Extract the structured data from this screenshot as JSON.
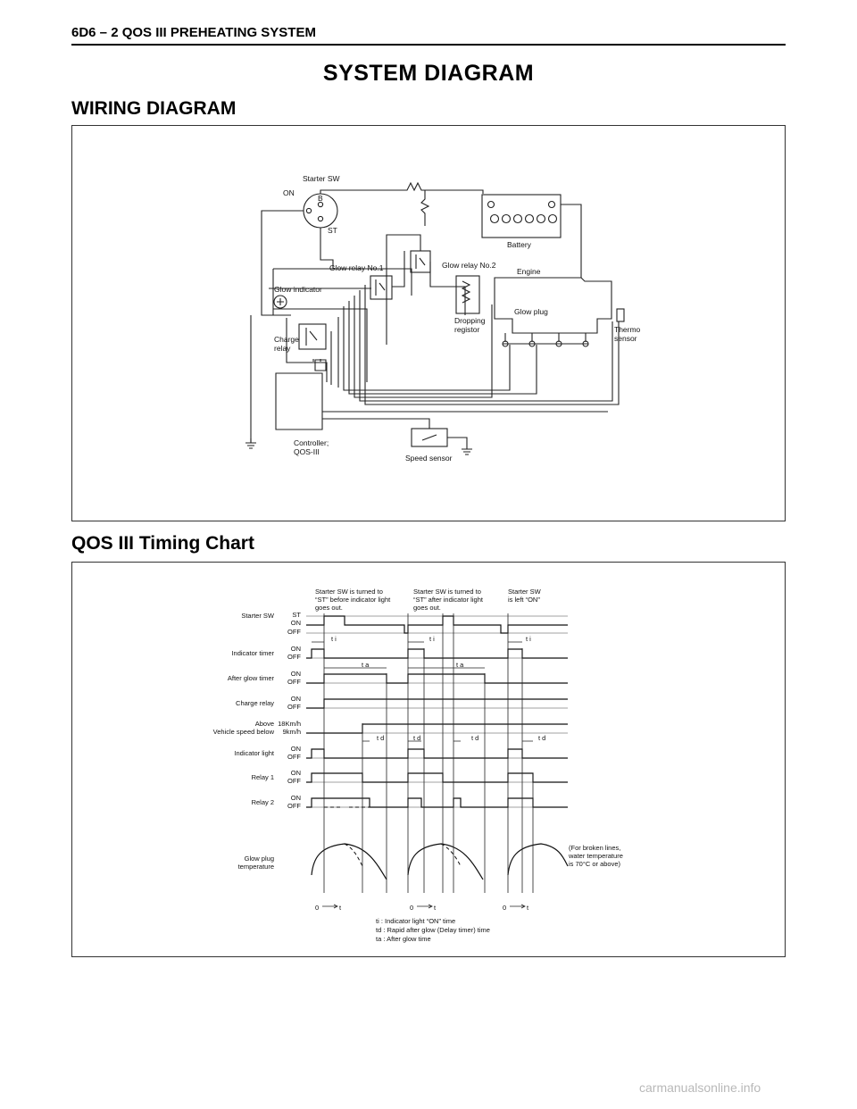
{
  "header": {
    "text": "6D6 – 2 QOS III PREHEATING SYSTEM"
  },
  "title": "SYSTEM DIAGRAM",
  "wiring": {
    "heading": "WIRING DIAGRAM",
    "labels": {
      "starter_sw": "Starter SW",
      "on": "ON",
      "b": "B",
      "st": "ST",
      "battery": "Battery",
      "glow_relay_1": "Glow relay No.1",
      "glow_relay_2": "Glow relay No.2",
      "engine": "Engine",
      "glow_indicator": "Glow indicator",
      "dropping_1": "Dropping",
      "dropping_2": "registor",
      "glow_plug": "Glow plug",
      "thermo_1": "Thermo",
      "thermo_2": "sensor",
      "charge_1": "Charge",
      "charge_2": "relay",
      "controller_1": "Controller;",
      "controller_2": "QOS-III",
      "speed_sensor": "Speed sensor"
    }
  },
  "timing": {
    "heading": "QOS III Timing Chart",
    "signals": {
      "starter_sw": "Starter SW",
      "indicator_timer": "Indicator timer",
      "after_glow_timer": "After glow timer",
      "charge_relay": "Charge relay",
      "vehicle_speed_1": "Above",
      "vehicle_speed_2": "Vehicle speed below",
      "indicator_light": "Indicator light",
      "relay1": "Relay 1",
      "relay2": "Relay 2",
      "glow_plug_temp_1": "Glow plug",
      "glow_plug_temp_2": "temperature"
    },
    "states": {
      "st": "ST",
      "on": "ON",
      "off": "OFF",
      "speed_hi": "18Km/h",
      "speed_lo": "9km/h"
    },
    "notes": {
      "n1_1": "Starter SW is turned to",
      "n1_2": "“ST” before indicator light",
      "n1_3": "goes out.",
      "n2_1": "Starter SW is turned to",
      "n2_2": "“ST” after indicator light",
      "n2_3": "goes out.",
      "n3_1": "Starter SW",
      "n3_2": "is left “ON”",
      "broken_1": "(For broken lines,",
      "broken_2": "water temperature",
      "broken_3": "is 70°C or above)"
    },
    "marks": {
      "ti": "t i",
      "ta": "t a",
      "td": "t d",
      "zero": "0",
      "t": "t"
    },
    "legend": {
      "ti": "ti    : Indicator light “ON” time",
      "td": "td   : Rapid after glow (Delay timer) time",
      "ta": "ta   : After glow time"
    }
  },
  "watermark": "carmanualsonline.info"
}
